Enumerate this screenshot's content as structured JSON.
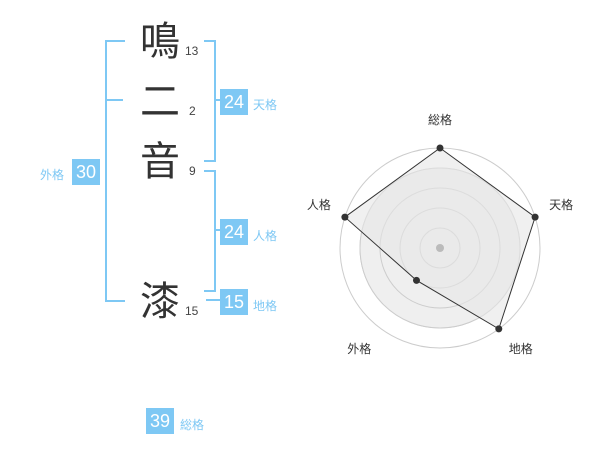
{
  "name": {
    "characters": [
      {
        "char": "鳴",
        "strokes": "13"
      },
      {
        "char": "二",
        "strokes": "2"
      },
      {
        "char": "音",
        "strokes": "9"
      },
      {
        "char": "漆",
        "strokes": "15"
      }
    ]
  },
  "kaku": {
    "tenkaku": {
      "label": "天格",
      "value": "24"
    },
    "jinkaku": {
      "label": "人格",
      "value": "24"
    },
    "chikaku": {
      "label": "地格",
      "value": "15"
    },
    "gaikaku": {
      "label": "外格",
      "value": "30"
    },
    "soukaku": {
      "label": "総格",
      "value": "39"
    }
  },
  "chart_data": {
    "type": "radar",
    "axes": [
      "総格",
      "天格",
      "地格",
      "外格",
      "人格"
    ],
    "values": [
      5,
      5,
      5,
      2,
      5
    ],
    "max": 5,
    "colors": {
      "fill": "#eeeeee",
      "stroke": "#333333",
      "point": "#333333",
      "grid": "#cccccc",
      "center": "#bbbbbb"
    }
  },
  "colors": {
    "accent": "#7ec8f4",
    "text": "#333333"
  }
}
